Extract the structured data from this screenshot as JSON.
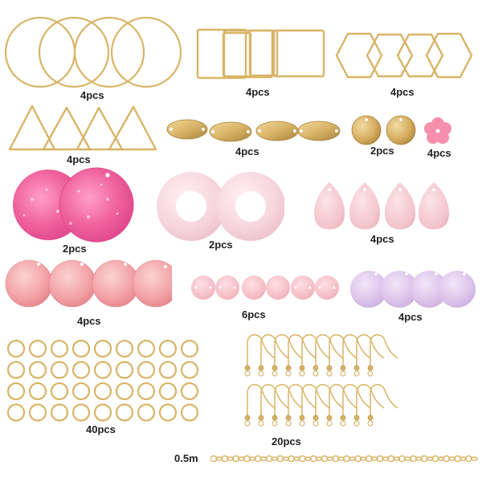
{
  "colors": {
    "background": "#ffffff",
    "gold": "#d9b467",
    "gold_dark": "#a8843c",
    "pink_glitter": "#f0649e",
    "pink_light": "#f6d4dc",
    "pink_coral": "#f2a0a4",
    "pink_flower": "#f58fac",
    "lavender": "#dcc3ea",
    "label": "#222222"
  },
  "items": [
    {
      "name": "round-hoop-frames",
      "quantity": "4pcs"
    },
    {
      "name": "square-frames",
      "quantity": "4pcs"
    },
    {
      "name": "hexagon-frames",
      "quantity": "4pcs"
    },
    {
      "name": "triangle-frames",
      "quantity": "4pcs"
    },
    {
      "name": "oval-connectors",
      "quantity": "4pcs"
    },
    {
      "name": "round-gold-charms",
      "quantity": "2pcs"
    },
    {
      "name": "flower-bead",
      "quantity": "4pcs"
    },
    {
      "name": "glitter-discs",
      "quantity": "2pcs"
    },
    {
      "name": "donut-pendants",
      "quantity": "2pcs"
    },
    {
      "name": "teardrop-shells",
      "quantity": "4pcs"
    },
    {
      "name": "coral-shell-discs",
      "quantity": "4pcs"
    },
    {
      "name": "small-pink-connectors",
      "quantity": "6pcs"
    },
    {
      "name": "lavender-discs",
      "quantity": "4pcs"
    },
    {
      "name": "jump-rings",
      "quantity": "40pcs"
    },
    {
      "name": "earring-hooks",
      "quantity": "20pcs"
    },
    {
      "name": "chain",
      "quantity": "0.5m"
    }
  ]
}
